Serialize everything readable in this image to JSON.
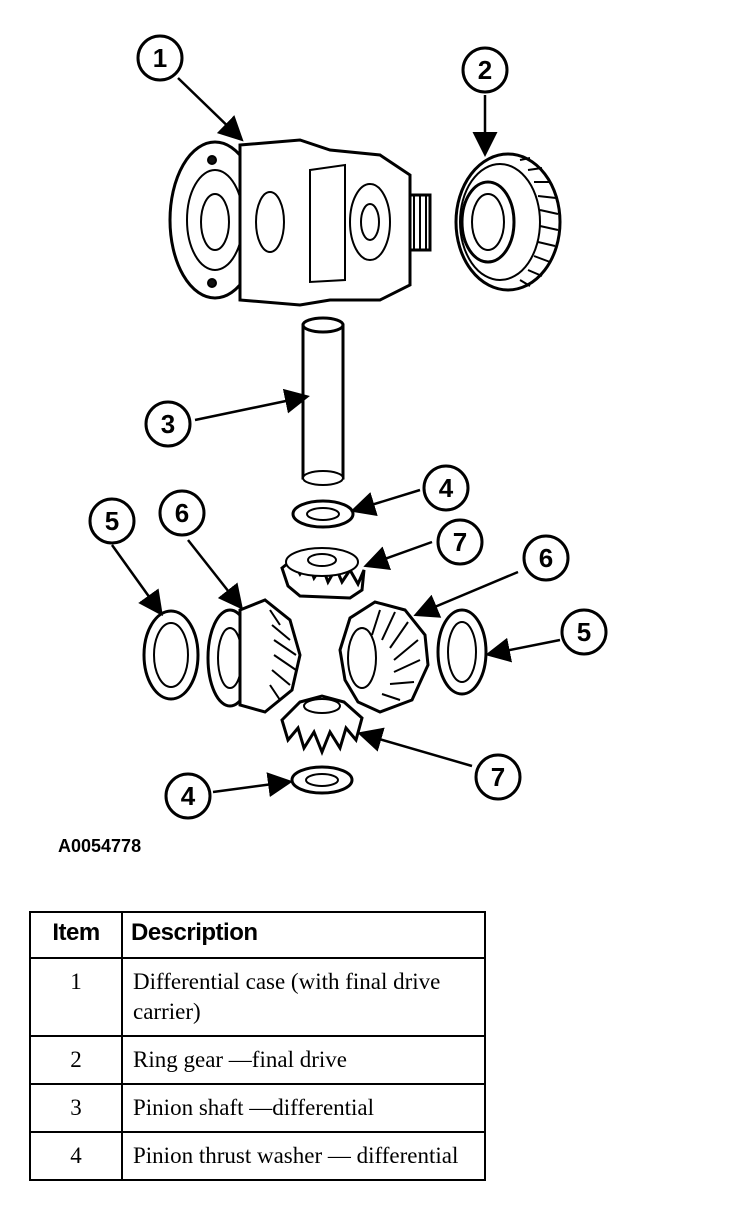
{
  "figure_id": "A0054778",
  "callouts": {
    "c1": "1",
    "c2": "2",
    "c3": "3",
    "c4a": "4",
    "c4b": "4",
    "c5a": "5",
    "c5b": "5",
    "c6a": "6",
    "c6b": "6",
    "c7a": "7",
    "c7b": "7"
  },
  "table": {
    "headers": {
      "item": "Item",
      "description": "Description"
    },
    "rows": [
      {
        "item": "1",
        "description": "Differential case (with final drive carrier)"
      },
      {
        "item": "2",
        "description": "Ring gear —final drive"
      },
      {
        "item": "3",
        "description": "Pinion shaft —differential"
      },
      {
        "item": "4",
        "description": "Pinion thrust washer — differential"
      }
    ]
  }
}
